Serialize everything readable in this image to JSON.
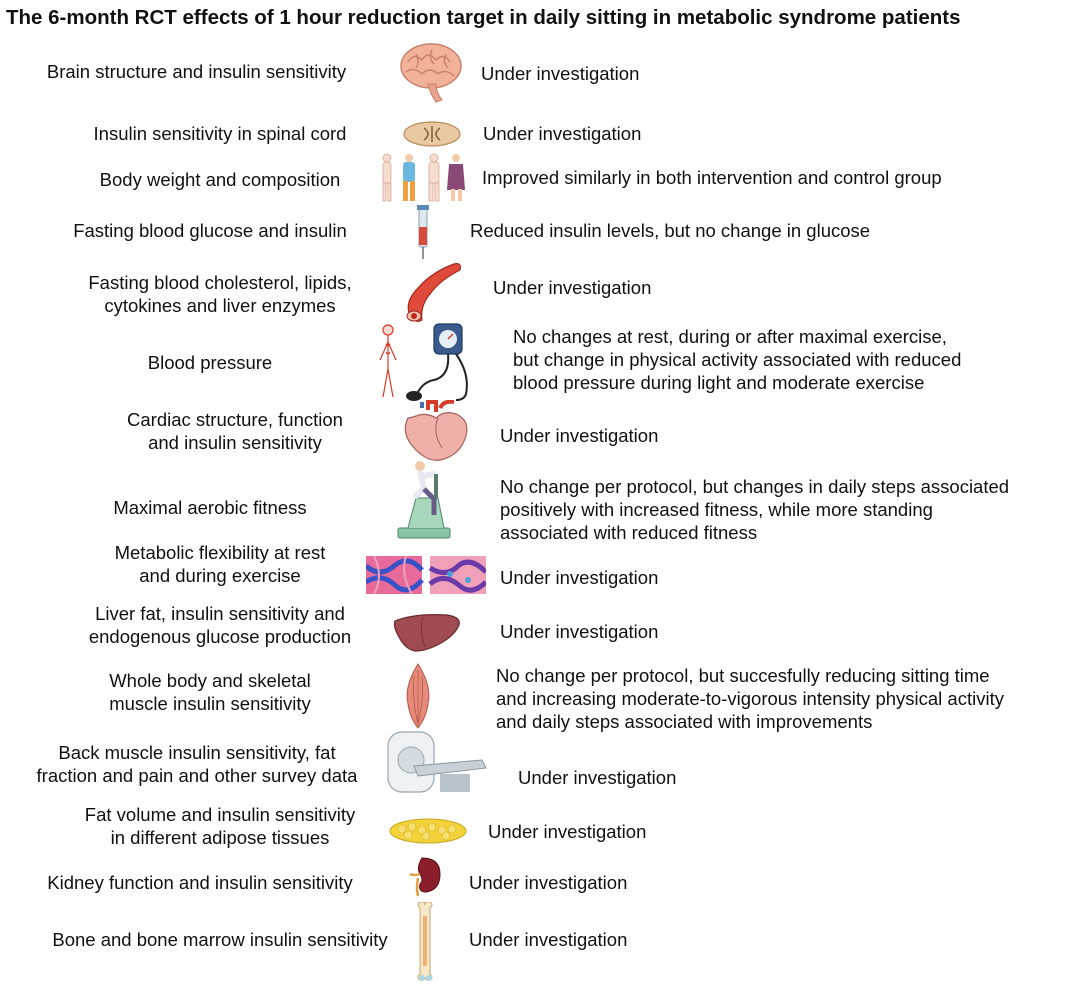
{
  "title": "The 6-month RCT effects of 1 hour reduction target in daily sitting in metabolic syndrome patients",
  "rows": [
    {
      "label": [
        "Brain structure and insulin sensitivity"
      ],
      "icon": "brain-icon",
      "result": [
        "Under investigation"
      ]
    },
    {
      "label": [
        "Insulin sensitivity in spinal cord"
      ],
      "icon": "spinal-cord-icon",
      "result": [
        "Under investigation"
      ]
    },
    {
      "label": [
        "Body weight and composition"
      ],
      "icon": "body-figures-icon",
      "result": [
        "Improved similarly in both intervention and control group"
      ]
    },
    {
      "label": [
        "Fasting blood glucose and insulin"
      ],
      "icon": "blood-tube-icon",
      "result": [
        "Reduced insulin levels, but no change in glucose"
      ]
    },
    {
      "label": [
        "Fasting blood cholesterol, lipids,",
        "cytokines and liver enzymes"
      ],
      "icon": "blood-vessel-icon",
      "result": [
        "Under investigation"
      ]
    },
    {
      "label": [
        "Blood pressure"
      ],
      "icon": "blood-pressure-icon",
      "result": [
        "No changes at rest, during or after maximal exercise,",
        "but change in physical activity associated with reduced",
        "blood pressure during light and moderate exercise"
      ]
    },
    {
      "label": [
        "Cardiac structure, function",
        "and insulin sensitivity"
      ],
      "icon": "heart-icon",
      "result": [
        "Under investigation"
      ]
    },
    {
      "label": [
        "Maximal aerobic fitness"
      ],
      "icon": "exercise-bike-icon",
      "result": [
        "No change per protocol, but changes in daily steps associated",
        "positively with increased fitness, while more standing",
        "associated with reduced fitness"
      ]
    },
    {
      "label": [
        "Metabolic flexibility at rest",
        "and during exercise"
      ],
      "icon": "muscle-tissue-icon",
      "result": [
        "Under investigation"
      ]
    },
    {
      "label": [
        "Liver fat, insulin sensitivity and",
        "endogenous glucose production"
      ],
      "icon": "liver-icon",
      "result": [
        "Under investigation"
      ]
    },
    {
      "label": [
        "Whole body and skeletal",
        "muscle insulin sensitivity"
      ],
      "icon": "muscle-icon",
      "result": [
        "No change per protocol, but succesfully reducing sitting time",
        "and increasing moderate-to-vigorous intensity physical activity",
        "and daily steps associated with improvements"
      ]
    },
    {
      "label": [
        "Back muscle insulin sensitivity, fat",
        "fraction and pain and other survey data"
      ],
      "icon": "pet-scanner-icon",
      "result": [
        "Under investigation"
      ]
    },
    {
      "label": [
        "Fat volume and insulin sensitivity",
        "in different adipose tissues"
      ],
      "icon": "adipose-tissue-icon",
      "result": [
        "Under investigation"
      ]
    },
    {
      "label": [
        "Kidney function and insulin sensitivity"
      ],
      "icon": "kidney-icon",
      "result": [
        "Under investigation"
      ]
    },
    {
      "label": [
        "Bone and bone marrow insulin sensitivity"
      ],
      "icon": "bone-icon",
      "result": [
        "Under investigation"
      ]
    }
  ]
}
